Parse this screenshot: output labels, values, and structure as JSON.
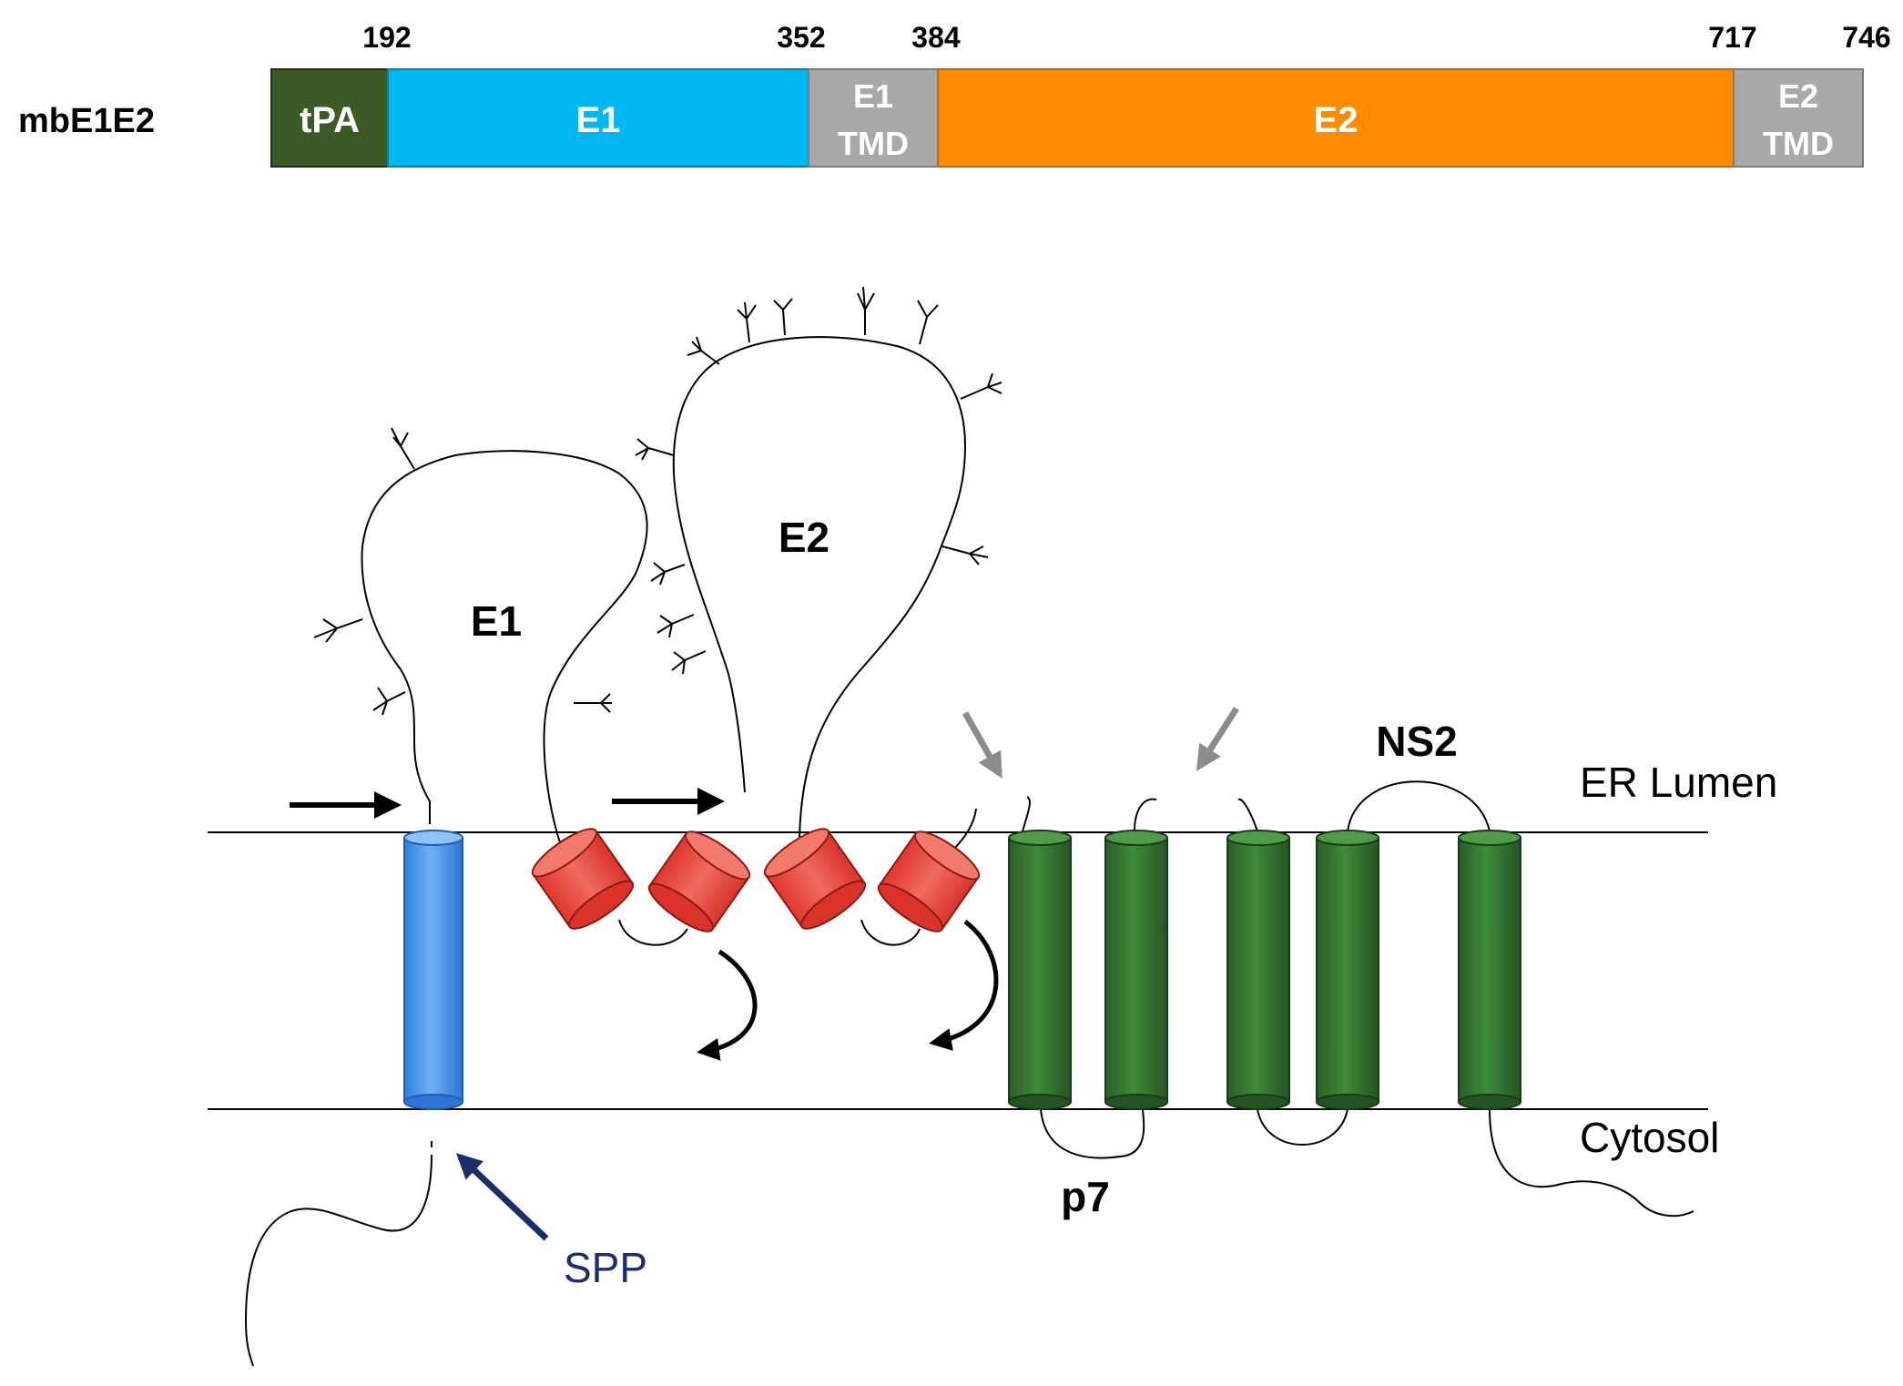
{
  "construct": {
    "label": "mbE1E2",
    "positions": [
      "192",
      "352",
      "384",
      "717",
      "746"
    ],
    "segments": [
      {
        "id": "tPA",
        "line1": "tPA",
        "line2": "",
        "color": "#3b5a26"
      },
      {
        "id": "E1",
        "line1": "E1",
        "line2": "",
        "color": "#00b7f0"
      },
      {
        "id": "E1TMD",
        "line1": "E1",
        "line2": "TMD",
        "color": "#a9a9a9"
      },
      {
        "id": "E2",
        "line1": "E2",
        "line2": "",
        "color": "#ff8c00"
      },
      {
        "id": "E2TMD",
        "line1": "E2",
        "line2": "TMD",
        "color": "#a9a9a9"
      }
    ]
  },
  "topology": {
    "e1_label": "E1",
    "e2_label": "E2",
    "ns2_label": "NS2",
    "p7_label": "p7",
    "er_lumen_label": "ER Lumen",
    "cytosol_label": "Cytosol",
    "spp_label": "SPP"
  },
  "colors": {
    "spp_helix": "#3d8ee8",
    "e1e2_tmd": "#e8392e",
    "p7_ns2_helix": "#2e6b2c",
    "spp_text": "#1b2d6b",
    "gray_arrow": "#8c8c8c"
  }
}
